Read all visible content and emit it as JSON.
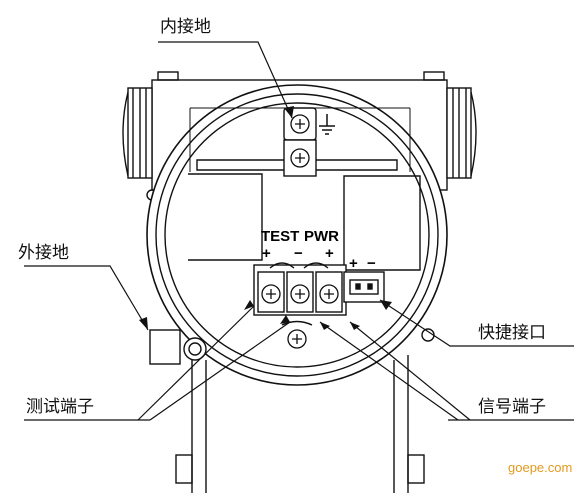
{
  "labels": {
    "inner_ground": "内接地",
    "outer_ground": "外接地",
    "test_terminal": "测试端子",
    "quick_connector": "快捷接口",
    "signal_terminal": "信号端子"
  },
  "board": {
    "test": "TEST",
    "pwr": "PWR",
    "plus_left": "+",
    "minus_mid": "−",
    "plus_right": "+",
    "qc_plus": "+",
    "qc_minus": "−"
  },
  "watermark": "goepe.com"
}
